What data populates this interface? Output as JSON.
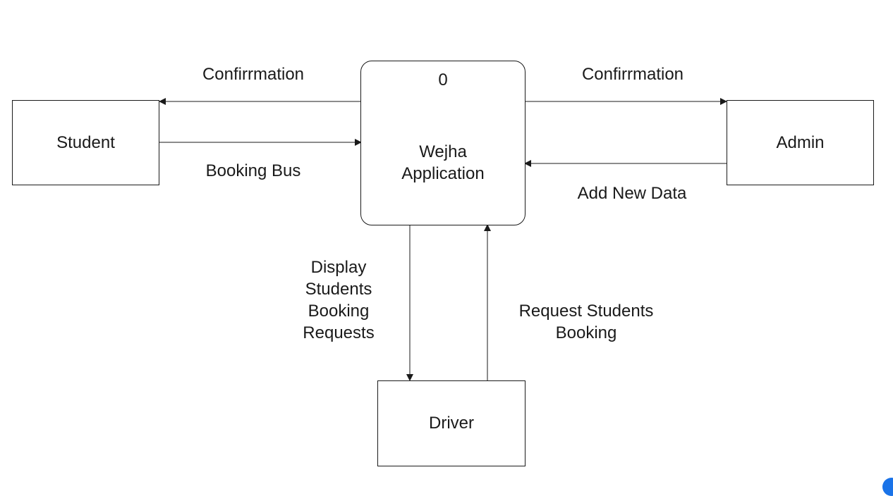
{
  "diagram": {
    "process": {
      "id": "0",
      "name": "Wejha\nApplication"
    },
    "entities": {
      "student": "Student",
      "admin": "Admin",
      "driver": "Driver"
    },
    "flows": {
      "student_confirmation": "Confirrmation",
      "admin_confirmation": "Confirrmation",
      "booking_bus": "Booking Bus",
      "add_new_data": "Add New Data",
      "display_requests": "Display\nStudents\nBooking\nRequests",
      "request_booking": "Request Students\nBooking"
    },
    "colors": {
      "line": "#1a1a1a",
      "background": "#ffffff",
      "corner_widget": "#1a73e8"
    }
  }
}
